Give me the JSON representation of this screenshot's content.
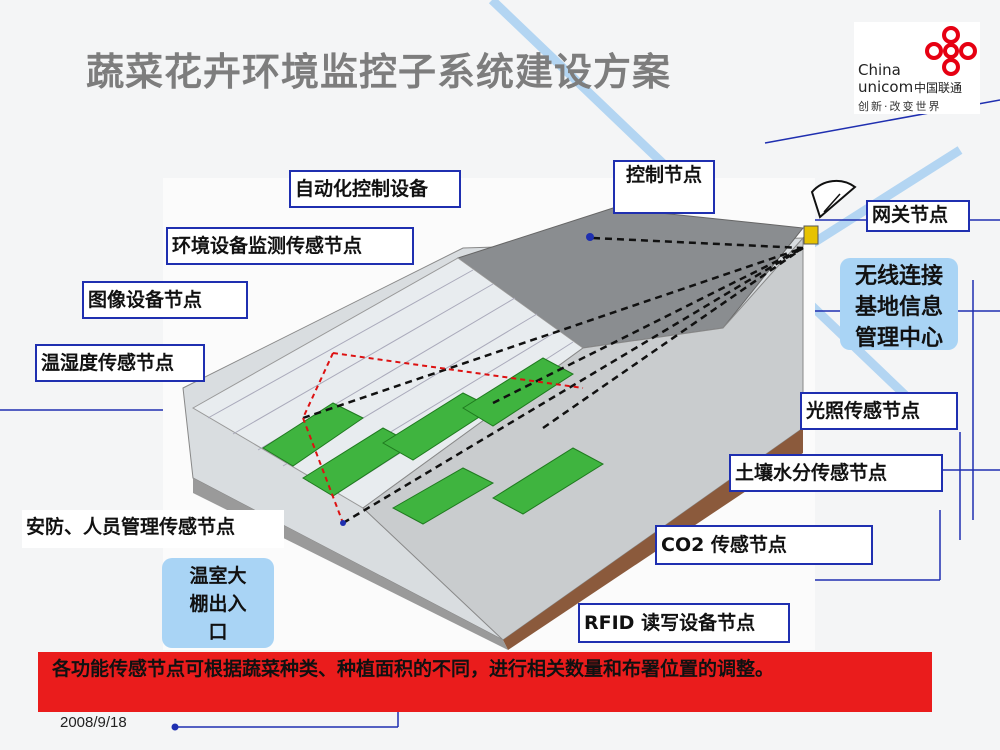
{
  "slide": {
    "title": "蔬菜花卉环境监控子系统建设方案",
    "date": "2008/9/18",
    "note": "各功能传感节点可根据蔬菜种类、种植面积的不同，进行相关数量和布署位置的调整。"
  },
  "logo": {
    "english": "China unicom",
    "chinese": "中国联通",
    "slogan": "创新·改变世界",
    "color": "#e60012"
  },
  "labels": {
    "automation": "自动化控制设备",
    "control_node": "控制节点",
    "gateway_node": "网关节点",
    "env_monitor": "环境设备监测传感节点",
    "image_node": "图像设备节点",
    "temp_humidity": "温湿度传感节点",
    "light": "光照传感节点",
    "soil": "土壤水分传感节点",
    "security": "安防、人员管理传感节点",
    "co2": "CO2 传感节点",
    "rfid": "RFID 读写设备节点"
  },
  "hubs": {
    "wireless_center": "无线连接基地信息管理中心",
    "entrance": "温室大棚出入口"
  },
  "colors": {
    "label_border": "#1f2fb0",
    "hub_fill": "#a9d4f5",
    "banner": "#ea1c1c",
    "title": "#7d7d7d"
  }
}
